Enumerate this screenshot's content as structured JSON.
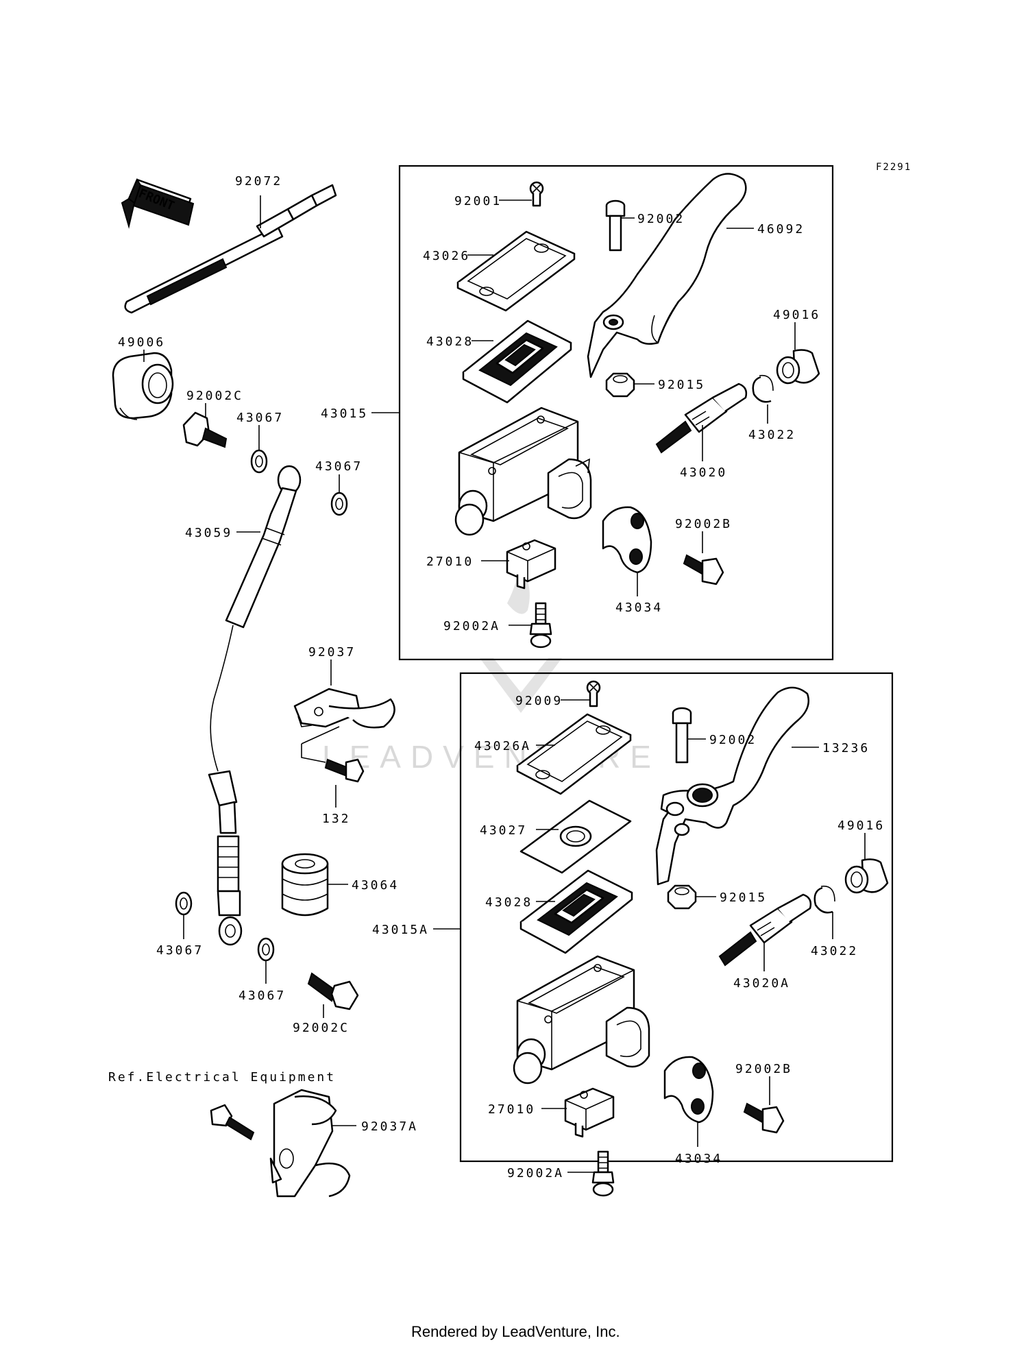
{
  "figure_code": "F2291",
  "front_marker": "FRONT",
  "reference_note": "Ref.Electrical Equipment",
  "watermark": "LEADVENTURE",
  "footer": "Rendered by LeadVenture, Inc.",
  "part_labels": {
    "p92072": "92072",
    "p49006": "49006",
    "p92002C_top": "92002C",
    "p43067_a": "43067",
    "p43067_b": "43067",
    "p43059": "43059",
    "p92037": "92037",
    "p132": "132",
    "p43064": "43064",
    "p43067_c": "43067",
    "p43067_d": "43067",
    "p92002C_bot": "92002C",
    "p92037A": "92037A",
    "p43015": "43015",
    "p92001": "92001",
    "p43026": "43026",
    "p43028_top": "43028",
    "p92002_top": "92002",
    "p46092": "46092",
    "p49016_top": "49016",
    "p92015_top": "92015",
    "p43022_top": "43022",
    "p43020": "43020",
    "p92002B_top": "92002B",
    "p27010_top": "27010",
    "p43034_top": "43034",
    "p92002A_top": "92002A",
    "p43015A": "43015A",
    "p92009": "92009",
    "p43026A": "43026A",
    "p43027": "43027",
    "p43028_bot": "43028",
    "p92002_bot": "92002",
    "p13236": "13236",
    "p49016_bot": "49016",
    "p92015_bot": "92015",
    "p43022_bot": "43022",
    "p43020A": "43020A",
    "p92002B_bot": "92002B",
    "p27010_bot": "27010",
    "p43034_bot": "43034",
    "p92002A_bot": "92002A"
  }
}
